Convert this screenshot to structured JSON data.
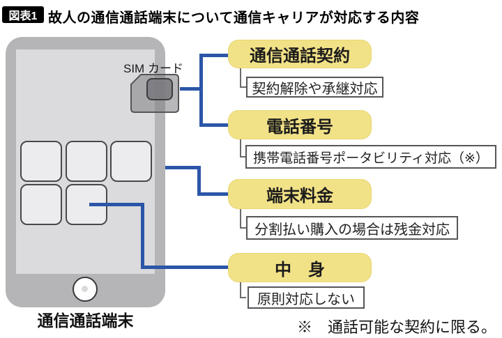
{
  "title": {
    "badge": "図表1",
    "text": "故人の通信通話端末について通信キャリアが対応する内容"
  },
  "phone": {
    "label": "通信通話端末",
    "sim_label": "SIM カード"
  },
  "branches": [
    {
      "label": "通信通話契約",
      "detail": "契約解除や承継対応"
    },
    {
      "label": "電話番号",
      "detail": "携帯電話番号ポータビリティ対応（※）"
    },
    {
      "label": "端末料金",
      "detail": "分割払い購入の場合は残金対応"
    },
    {
      "label": "中　身",
      "detail": "原則対応しない"
    }
  ],
  "footnote": "※　通話可能な契約に限る。",
  "colors": {
    "accent_blue": "#2b56a8",
    "box_yellow": "#f2e287",
    "phone_body_gray": "#b5b5b7",
    "phone_screen_gray": "#dbdbdd",
    "badge_black": "#000000"
  }
}
